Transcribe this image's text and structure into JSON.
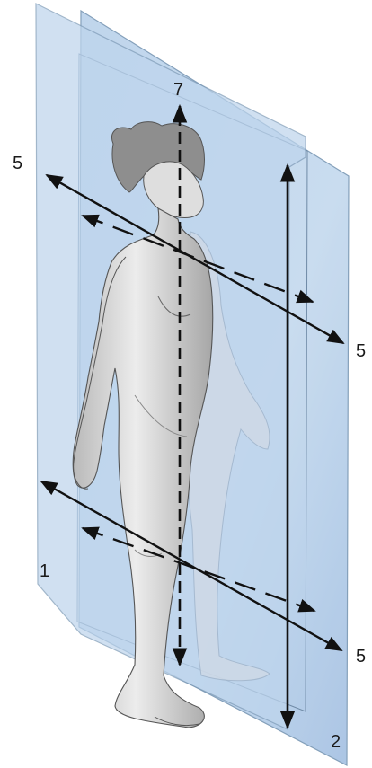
{
  "labels": {
    "top_axis": "7",
    "upper_left": "5",
    "upper_right": "5",
    "lower_right": "5",
    "plane_front": "1",
    "plane_back": "2"
  },
  "colors": {
    "plane_fill": "#c9dcef",
    "plane_fill_dark": "#a9c7e6",
    "plane_edge": "#7e9bb7",
    "figure_skin": "#dcdcdc",
    "figure_shade": "#9c9c9c",
    "arrow": "#111111"
  }
}
